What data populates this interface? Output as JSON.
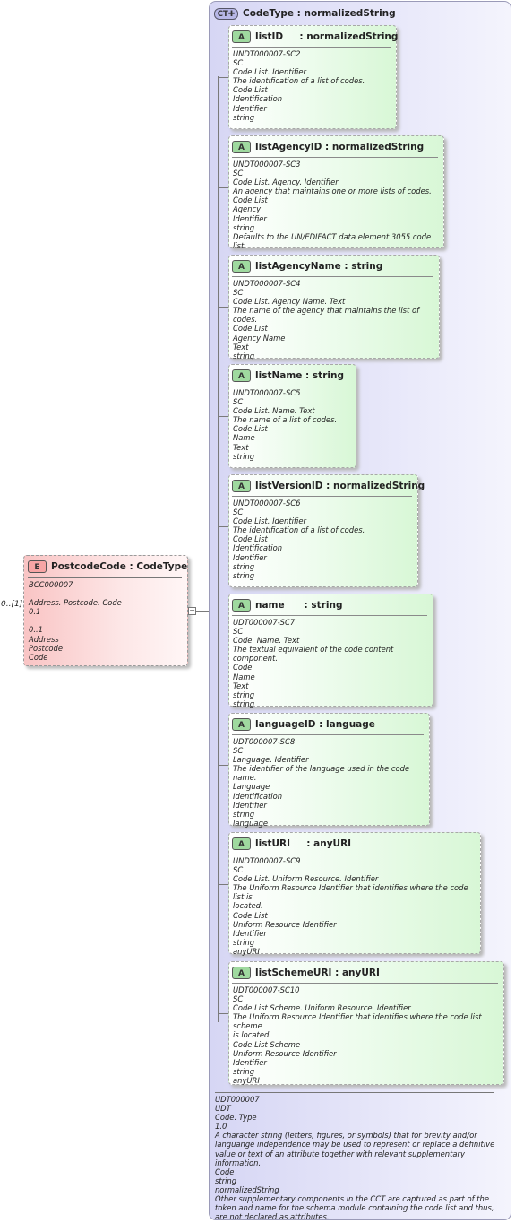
{
  "element": {
    "badge": "E",
    "name": "PostcodeCode",
    "type": "CodeType",
    "multiplicity": "0..[1]",
    "lines": [
      "BCC000007",
      "",
      "Address. Postcode. Code",
      "0.1",
      "",
      "0..1",
      "Address",
      "Postcode",
      "Code"
    ]
  },
  "complex_type": {
    "badge": "CT",
    "name": "CodeType",
    "type": "normalizedString",
    "footer": [
      "UDT000007",
      "UDT",
      "Code. Type",
      "1.0",
      "A character string (letters, figures, or symbols) that for brevity and/or",
      "languange independence may be used to represent or replace a definitive",
      "value or text of an attribute together with relevant supplementary information.",
      "Code",
      "string",
      "normalizedString",
      "Other supplementary components in the CCT are captured as part of the",
      "token and name for the schema module containing the code list and thus,",
      "are not declared as attributes."
    ]
  },
  "attributes": [
    {
      "badge": "A",
      "name": "listID",
      "sep": "     : ",
      "type": "normalizedString",
      "lines": [
        "UNDT000007-SC2",
        "SC",
        "Code List. Identifier",
        "The identification of a list of codes.",
        "Code List",
        "Identification",
        "Identifier",
        "string"
      ]
    },
    {
      "badge": "A",
      "name": "listAgencyID",
      "sep": " : ",
      "type": "normalizedString",
      "lines": [
        "UNDT000007-SC3",
        "SC",
        "Code List. Agency. Identifier",
        "An agency that maintains one or more lists of codes.",
        "Code List",
        "Agency",
        "Identifier",
        "string",
        "Defaults to the UN/EDIFACT data element 3055 code list."
      ]
    },
    {
      "badge": "A",
      "name": "listAgencyName",
      "sep": " : ",
      "type": "string",
      "lines": [
        "UNDT000007-SC4",
        "SC",
        "Code List. Agency Name. Text",
        "The name of the agency that maintains the list of codes.",
        "Code List",
        "Agency Name",
        "Text",
        "string"
      ]
    },
    {
      "badge": "A",
      "name": "listName",
      "sep": " : ",
      "type": "string",
      "lines": [
        "UNDT000007-SC5",
        "SC",
        "Code List. Name. Text",
        "The name of a list of codes.",
        "Code List",
        "Name",
        "Text",
        "string"
      ]
    },
    {
      "badge": "A",
      "name": "listVersionID",
      "sep": " : ",
      "type": "normalizedString",
      "lines": [
        "UNDT000007-SC6",
        "SC",
        "Code List. Identifier",
        "The identification of a list of codes.",
        "Code List",
        "Identification",
        "Identifier",
        "string",
        "string"
      ]
    },
    {
      "badge": "A",
      "name": "name",
      "sep": "      : ",
      "type": "string",
      "lines": [
        "UDT000007-SC7",
        "SC",
        "Code. Name. Text",
        "The textual equivalent of the code content component.",
        "Code",
        "Name",
        "Text",
        "string",
        "string"
      ]
    },
    {
      "badge": "A",
      "name": "languageID",
      "sep": " : ",
      "type": "language",
      "lines": [
        "UDT000007-SC8",
        "SC",
        "Language. Identifier",
        "The identifier of the language used in the code name.",
        "Language",
        "Identification",
        "Identifier",
        "string",
        "language"
      ]
    },
    {
      "badge": "A",
      "name": "listURI",
      "sep": "     : ",
      "type": "anyURI",
      "lines": [
        "UNDT000007-SC9",
        "SC",
        "Code List. Uniform Resource. Identifier",
        "The Uniform Resource Identifier that identifies where the code list is",
        "located.",
        "Code List",
        "Uniform Resource Identifier",
        "Identifier",
        "string",
        "anyURI"
      ]
    },
    {
      "badge": "A",
      "name": "listSchemeURI",
      "sep": " : ",
      "type": "anyURI",
      "lines": [
        "UDT000007-SC10",
        "SC",
        "Code List Scheme. Uniform Resource. Identifier",
        "The Uniform Resource Identifier that identifies where the code list scheme",
        "is located.",
        "Code List Scheme",
        "Uniform Resource Identifier",
        "Identifier",
        "string",
        "anyURI"
      ]
    }
  ]
}
